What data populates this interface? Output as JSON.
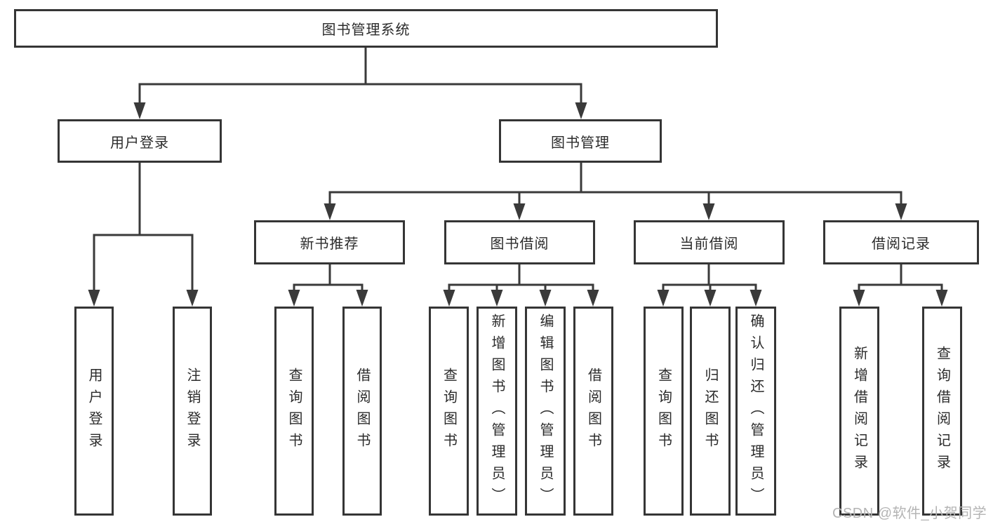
{
  "colors": {
    "line": "#3a3a3a",
    "box_border": "#353535",
    "text": "#2b2b2b",
    "watermark": "#b4b4b4",
    "background": "#ffffff"
  },
  "watermark": {
    "text": "CSDN @软件_小贺同学"
  },
  "tree": {
    "root": {
      "label": "图书管理系统"
    },
    "level2": [
      {
        "label": "用户登录"
      },
      {
        "label": "图书管理"
      }
    ],
    "level3": [
      {
        "label": "新书推荐"
      },
      {
        "label": "图书借阅"
      },
      {
        "label": "当前借阅"
      },
      {
        "label": "借阅记录"
      }
    ],
    "leaves": {
      "user_login": [
        {
          "label": "用户登录"
        },
        {
          "label": "注销登录"
        }
      ],
      "new_books": [
        {
          "label": "查询图书"
        },
        {
          "label": "借阅图书"
        }
      ],
      "book_borrow": [
        {
          "label": "查询图书"
        },
        {
          "label": "新增图书（管理员）"
        },
        {
          "label": "编辑图书（管理员）"
        },
        {
          "label": "借阅图书"
        }
      ],
      "current_borrow": [
        {
          "label": "查询图书"
        },
        {
          "label": "归还图书"
        },
        {
          "label": "确认归还（管理员）"
        }
      ],
      "borrow_records": [
        {
          "label": "新增借阅记录"
        },
        {
          "label": "查询借阅记录"
        }
      ]
    }
  }
}
